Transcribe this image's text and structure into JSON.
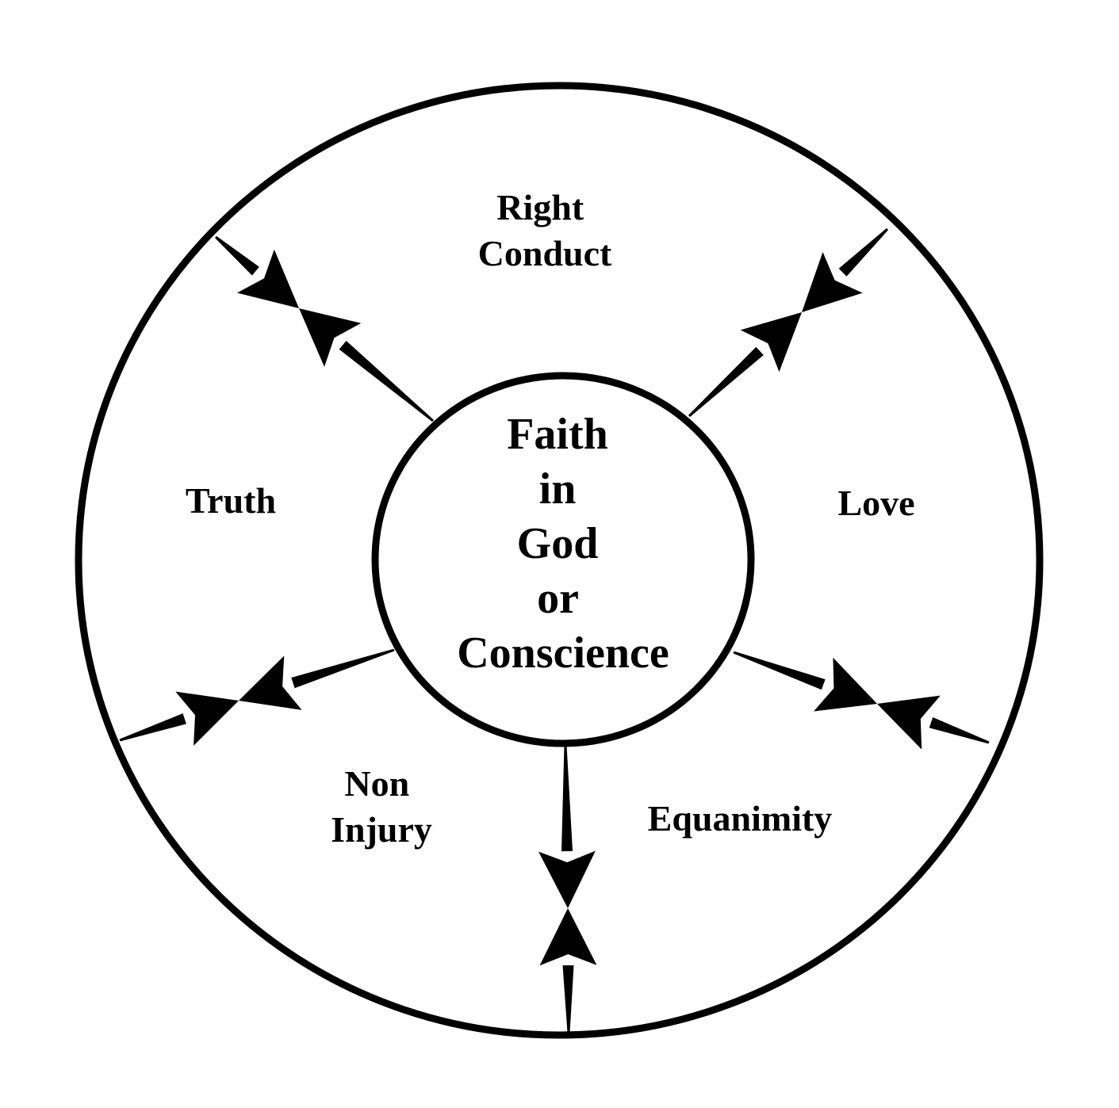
{
  "diagram": {
    "center": {
      "lines": [
        "Faith",
        "in",
        "God",
        "or",
        "Conscience"
      ]
    },
    "segments": [
      {
        "id": "right-conduct",
        "lines": [
          "Right",
          "Conduct"
        ]
      },
      {
        "id": "love",
        "lines": [
          "Love"
        ]
      },
      {
        "id": "equanimity",
        "lines": [
          "Equanimity"
        ]
      },
      {
        "id": "non-injury",
        "lines": [
          "Non",
          "Injury"
        ]
      },
      {
        "id": "truth",
        "lines": [
          "Truth"
        ]
      }
    ],
    "connectors": [
      {
        "between": [
          "truth",
          "right-conduct"
        ],
        "type": "double-arrow-converging"
      },
      {
        "between": [
          "right-conduct",
          "love"
        ],
        "type": "double-arrow-converging"
      },
      {
        "between": [
          "love",
          "equanimity"
        ],
        "type": "double-arrow-converging"
      },
      {
        "between": [
          "equanimity",
          "non-injury"
        ],
        "type": "double-arrow-converging"
      },
      {
        "between": [
          "non-injury",
          "truth"
        ],
        "type": "double-arrow-converging"
      }
    ],
    "colors": {
      "stroke": "#000000",
      "background": "#ffffff"
    }
  }
}
